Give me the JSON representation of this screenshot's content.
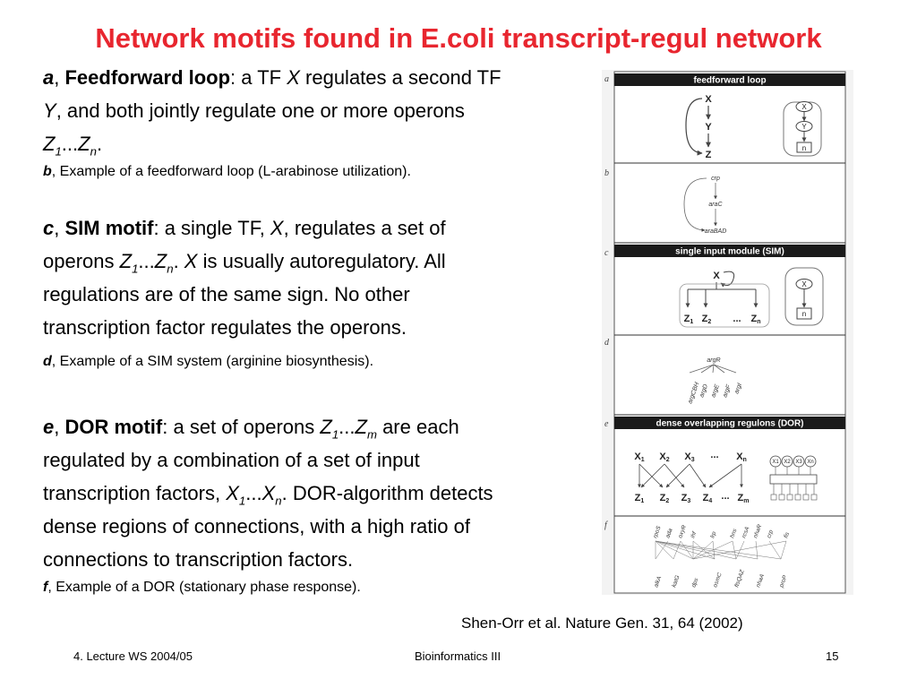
{
  "title": "Network motifs found in E.coli transcript-regul network",
  "sections": {
    "a": {
      "letter": "a",
      "sep": ", ",
      "term": "Feedforward loop",
      "t1": ": a TF ",
      "X": "X",
      "t2": " regulates a second TF",
      "Y": "Y",
      "t3": ", and both jointly regulate one or more operons",
      "Z": "Z",
      "sub1": "1",
      "dots": "...",
      "subn": "n",
      "end": "."
    },
    "b": {
      "letter": "b",
      "text": ", Example of a feedforward loop (L-arabinose utilization)."
    },
    "c": {
      "letter": "c",
      "sep": ", ",
      "term": "SIM motif",
      "t1": ": a single TF, ",
      "X": "X",
      "t2": ", regulates a set of",
      "t3": "operons ",
      "Z": "Z",
      "sub1": "1",
      "dots": "...",
      "subn": "n",
      "t4": ". ",
      "t5": " is usually autoregulatory. All",
      "line3": "regulations are of the same sign. No other",
      "line4": "transcription factor regulates the operons."
    },
    "d": {
      "letter": "d",
      "text": ", Example of a SIM system (arginine biosynthesis)."
    },
    "e": {
      "letter": "e",
      "sep": ", ",
      "term": "DOR motif",
      "t1": ": a set of operons ",
      "Z": "Z",
      "sub1": "1",
      "dots": "...",
      "subm": "m",
      "t2": " are each",
      "line2": "regulated by a combination of a set of input",
      "line3a": "transcription factors, ",
      "X": "X",
      "subn": "n",
      "line3b": ". DOR-algorithm detects",
      "line4": "dense regions of connections, with a high ratio of",
      "line5": "connections to transcription factors."
    },
    "f": {
      "letter": "f",
      "text": ", Example of a DOR (stationary phase response)."
    }
  },
  "figure": {
    "panel_letters": [
      "a",
      "b",
      "c",
      "d",
      "e",
      "f"
    ],
    "headers": {
      "a": "feedforward loop",
      "c": "single input module (SIM)",
      "e": "dense overlapping regulons (DOR)"
    },
    "a": {
      "X": "X",
      "Y": "Y",
      "Z": "Z",
      "n": "n"
    },
    "b": {
      "top": "crp",
      "mid": "araC",
      "bottom": "araBAD"
    },
    "c": {
      "X": "X",
      "Z": "Z",
      "dots": "...",
      "n": "n"
    },
    "d": {
      "reg": "argR",
      "targets": [
        "argCBH",
        "argD",
        "argE",
        "argF",
        "argI"
      ]
    },
    "e": {
      "X": "X",
      "Z": "Z",
      "dots": "...",
      "mini_labels": [
        "X1",
        "X2",
        "X3",
        "Xn"
      ]
    },
    "f": {
      "tfs": [
        "rpoS",
        "ada",
        "oxyR",
        "ihf",
        "lrp",
        "hns",
        "rcsA",
        "nhaR",
        "crp",
        "fis"
      ],
      "targets": [
        "alkA",
        "katG",
        "dps",
        "osmC",
        "ftsQAZ",
        "nhaA",
        "proP"
      ]
    }
  },
  "citation": "Shen-Orr et al. Nature Gen. 31, 64 (2002)",
  "footer": {
    "left": "4. Lecture WS 2004/05",
    "center": "Bioinformatics III",
    "right": "15"
  }
}
